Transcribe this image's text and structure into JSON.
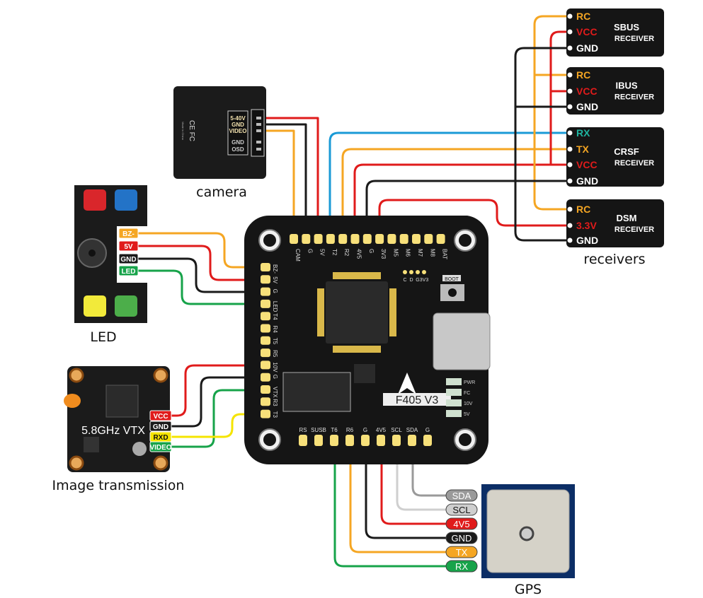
{
  "colors": {
    "red": "#e01b1b",
    "black": "#1a1a1a",
    "orange": "#f5a623",
    "blue": "#1a9ad6",
    "green": "#17a34a",
    "yellow": "#f5e400",
    "gray": "#9a9a9a",
    "lightgray": "#cfcfcf",
    "board": "#151515",
    "pad": "#f7e07a"
  },
  "board": {
    "model": "F405 V3",
    "boot": "BOOT",
    "top_pads": [
      "CAM",
      "G",
      "5V",
      "T2",
      "R2",
      "4V5",
      "G",
      "3V3",
      "M5",
      "M6",
      "M7",
      "M8",
      "BAT"
    ],
    "left_pads": [
      "BZ-",
      "5V",
      "G",
      "LED",
      "T4",
      "R4",
      "T5",
      "R5",
      "10V",
      "G",
      "VTX",
      "R3",
      "T3"
    ],
    "bottom_pads": [
      "RS",
      "SUSB",
      "T6",
      "R6",
      "G",
      "4V5",
      "SCL",
      "SDA",
      "G"
    ],
    "small_pads": [
      "C",
      "D",
      "G",
      "3V3"
    ],
    "leds": [
      "PWR",
      "FC",
      "10V",
      "5V"
    ]
  },
  "camera": {
    "caption": "camera",
    "pins": [
      "5-40V",
      "GND",
      "VIDEO",
      "GND",
      "OSD"
    ],
    "marks": "CE FC",
    "made": "Made in China"
  },
  "led": {
    "caption": "LED",
    "pins": [
      "BZ-",
      "5V",
      "GND",
      "LED"
    ]
  },
  "vtx": {
    "caption": "Image transmission",
    "name": "5.8GHz VTX",
    "pins": [
      "VCC",
      "GND",
      "RXD",
      "VIDEO"
    ]
  },
  "gps": {
    "caption": "GPS",
    "pins": [
      "SDA",
      "SCL",
      "4V5",
      "GND",
      "TX",
      "RX"
    ]
  },
  "receivers": {
    "caption": "receivers",
    "items": [
      {
        "name": "SBUS",
        "sub": "RECEIVER",
        "pins": [
          "RC",
          "VCC",
          "GND"
        ]
      },
      {
        "name": "IBUS",
        "sub": "RECEIVER",
        "pins": [
          "RC",
          "VCC",
          "GND"
        ]
      },
      {
        "name": "CRSF",
        "sub": "RECEIVER",
        "pins": [
          "RX",
          "TX",
          "VCC",
          "GND"
        ]
      },
      {
        "name": "DSM",
        "sub": "RECEIVER",
        "pins": [
          "RC",
          "3.3V",
          "GND"
        ]
      }
    ]
  }
}
